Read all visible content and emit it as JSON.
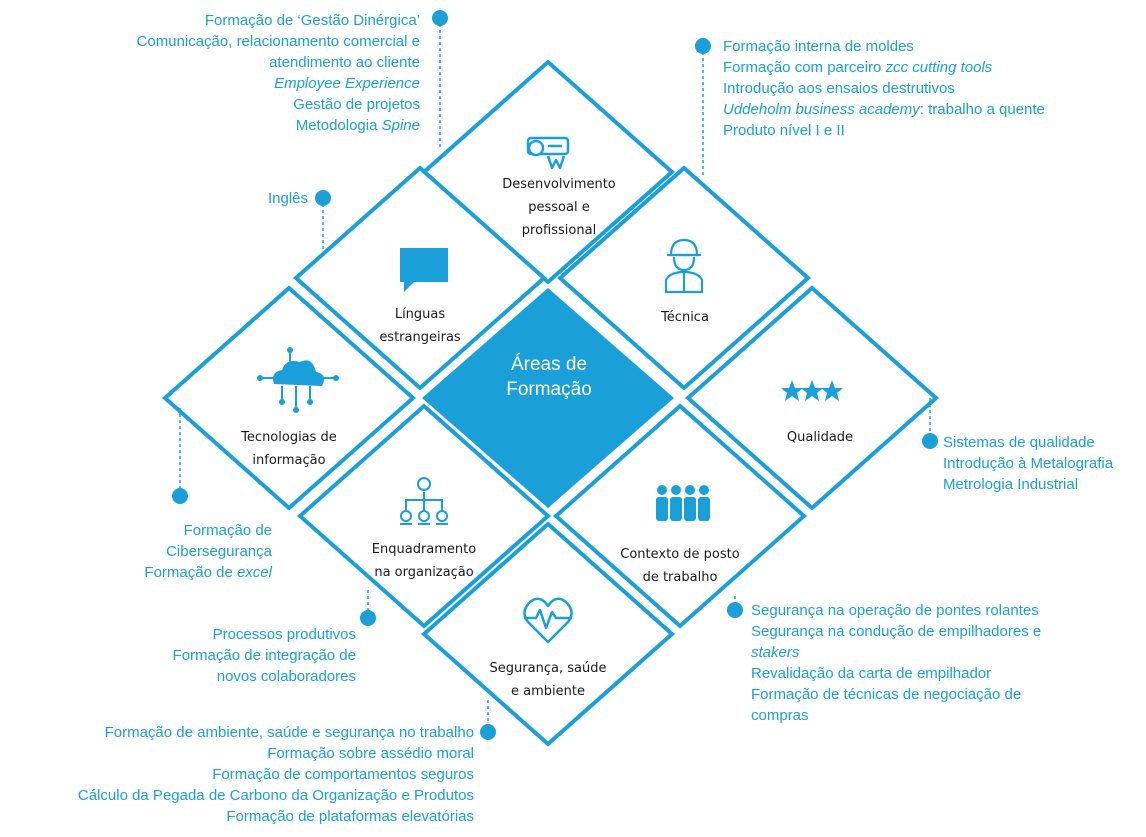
{
  "diagram": {
    "center_title_line1": "Áreas de",
    "center_title_line2": "Formação",
    "tiles": [
      {
        "id": "desenvolvimento",
        "icon": "certificate-icon",
        "lines": [
          "Desenvolvimento",
          "pessoal e",
          "profissional"
        ]
      },
      {
        "id": "tecnica",
        "icon": "engineer-icon",
        "lines": [
          "Técnica"
        ]
      },
      {
        "id": "linguas",
        "icon": "speech-bubble-icon",
        "lines": [
          "Línguas",
          "estrangeiras"
        ]
      },
      {
        "id": "tecnologias",
        "icon": "cloud-network-icon",
        "lines": [
          "Tecnologias de",
          "informação"
        ]
      },
      {
        "id": "qualidade",
        "icon": "three-stars-icon",
        "lines": [
          "Qualidade"
        ]
      },
      {
        "id": "enquadramento",
        "icon": "org-chart-icon",
        "lines": [
          "Enquadramento",
          "na organização"
        ]
      },
      {
        "id": "contexto",
        "icon": "workers-group-icon",
        "lines": [
          "Contexto de posto",
          "de trabalho"
        ]
      },
      {
        "id": "seguranca",
        "icon": "heartbeat-icon",
        "lines": [
          "Segurança, saúde",
          "e ambiente"
        ]
      }
    ]
  },
  "callouts": {
    "desenvolvimento": [
      {
        "text": "Formação de ‘Gestão Dinérgica’",
        "italic": false
      },
      {
        "text": "Comunicação, relacionamento comercial e",
        "italic": false
      },
      {
        "text": "atendimento ao cliente",
        "italic": false
      },
      {
        "text": "Employee Experience",
        "italic": true
      },
      {
        "text": "Gestão de projetos",
        "italic": false
      },
      {
        "text": "Metodologia Spine",
        "italic": false,
        "italic_part": "Spine"
      }
    ],
    "tecnica": [
      {
        "text": "Formação interna de moldes",
        "italic": false
      },
      {
        "text": "Formação com parceiro zcc cutting tools",
        "italic": false,
        "italic_part": "zcc cutting tools"
      },
      {
        "text": "Introdução aos ensaios destrutivos",
        "italic": false
      },
      {
        "text": "Uddeholm business academy: trabalho a quente",
        "italic": false,
        "italic_part": "Uddeholm business academy"
      },
      {
        "text": "Produto nível I e II",
        "italic": false
      }
    ],
    "linguas": [
      {
        "text": "Inglês",
        "italic": false
      }
    ],
    "qualidade": [
      {
        "text": "Sistemas de qualidade",
        "italic": false
      },
      {
        "text": "Introdução à Metalografia",
        "italic": false
      },
      {
        "text": "Metrologia Industrial",
        "italic": false
      }
    ],
    "tecnologias": [
      {
        "text": "Formação de",
        "italic": false
      },
      {
        "text": "Cibersegurança",
        "italic": false
      },
      {
        "text": "Formação de excel",
        "italic": false,
        "italic_part": "excel"
      }
    ],
    "enquadramento": [
      {
        "text": "Processos produtivos",
        "italic": false
      },
      {
        "text": "Formação de integração de",
        "italic": false
      },
      {
        "text": "novos colaboradores",
        "italic": false
      }
    ],
    "contexto": [
      {
        "text": "Segurança na operação de pontes rolantes",
        "italic": false
      },
      {
        "text": "Segurança na condução de empilhadores e",
        "italic": false
      },
      {
        "text": "stakers",
        "italic": true
      },
      {
        "text": "Revalidação da carta de empilhador",
        "italic": false
      },
      {
        "text": "Formação de técnicas de negociação de",
        "italic": false
      },
      {
        "text": "compras",
        "italic": false
      }
    ],
    "seguranca": [
      {
        "text": "Formação de ambiente, saúde e segurança no trabalho",
        "italic": false
      },
      {
        "text": "Formação sobre assédio moral",
        "italic": false
      },
      {
        "text": "Formação de comportamentos seguros",
        "italic": false
      },
      {
        "text": "Cálculo da Pegada de Carbono da Organização e Produtos",
        "italic": false
      },
      {
        "text": "Formação de plataformas elevatórias",
        "italic": false
      }
    ]
  },
  "colors": {
    "accent": "#1a9fd9",
    "tile_stroke": "#1a9fd9",
    "center_fill": "#1a9fd9",
    "label_text": "#1a1a1a"
  }
}
